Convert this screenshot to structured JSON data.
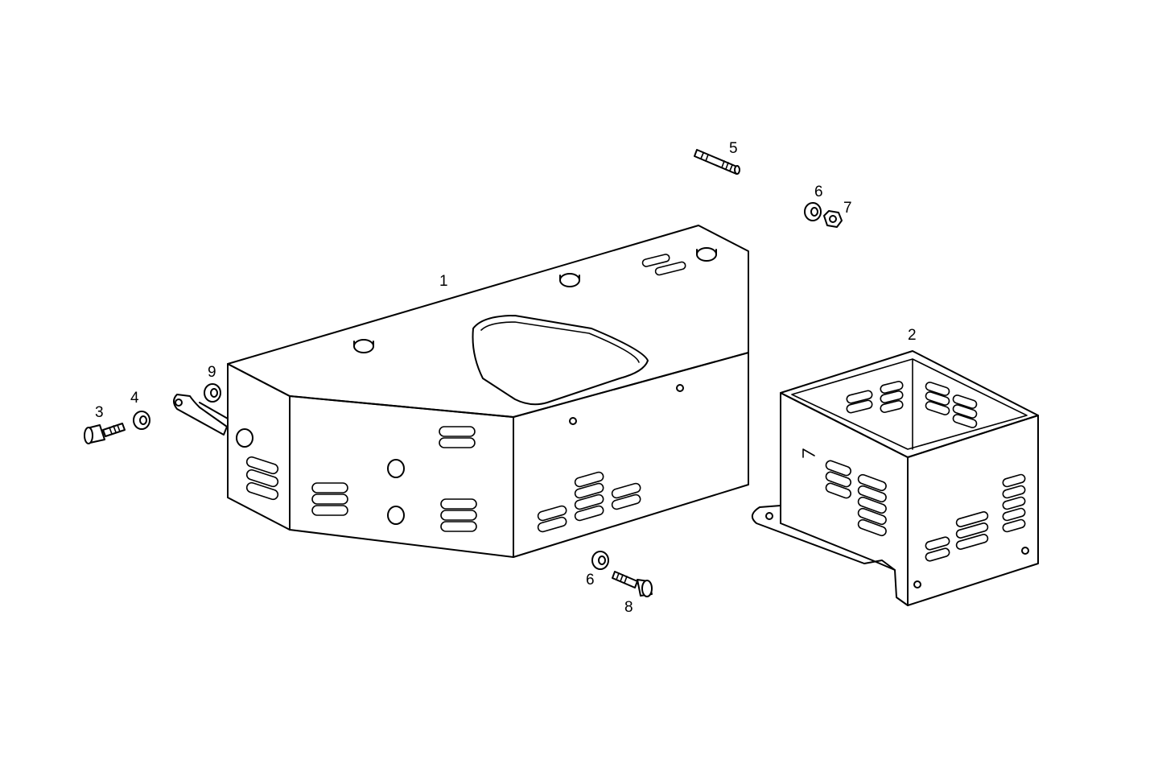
{
  "diagram": {
    "callouts": {
      "part_1": "1",
      "part_2": "2",
      "part_3": "3",
      "part_4": "4",
      "part_5": "5",
      "part_6_top": "6",
      "part_7": "7",
      "part_6_bottom": "6",
      "part_8": "8",
      "part_9": "9"
    },
    "line_color": "#000000",
    "background": "#ffffff"
  }
}
